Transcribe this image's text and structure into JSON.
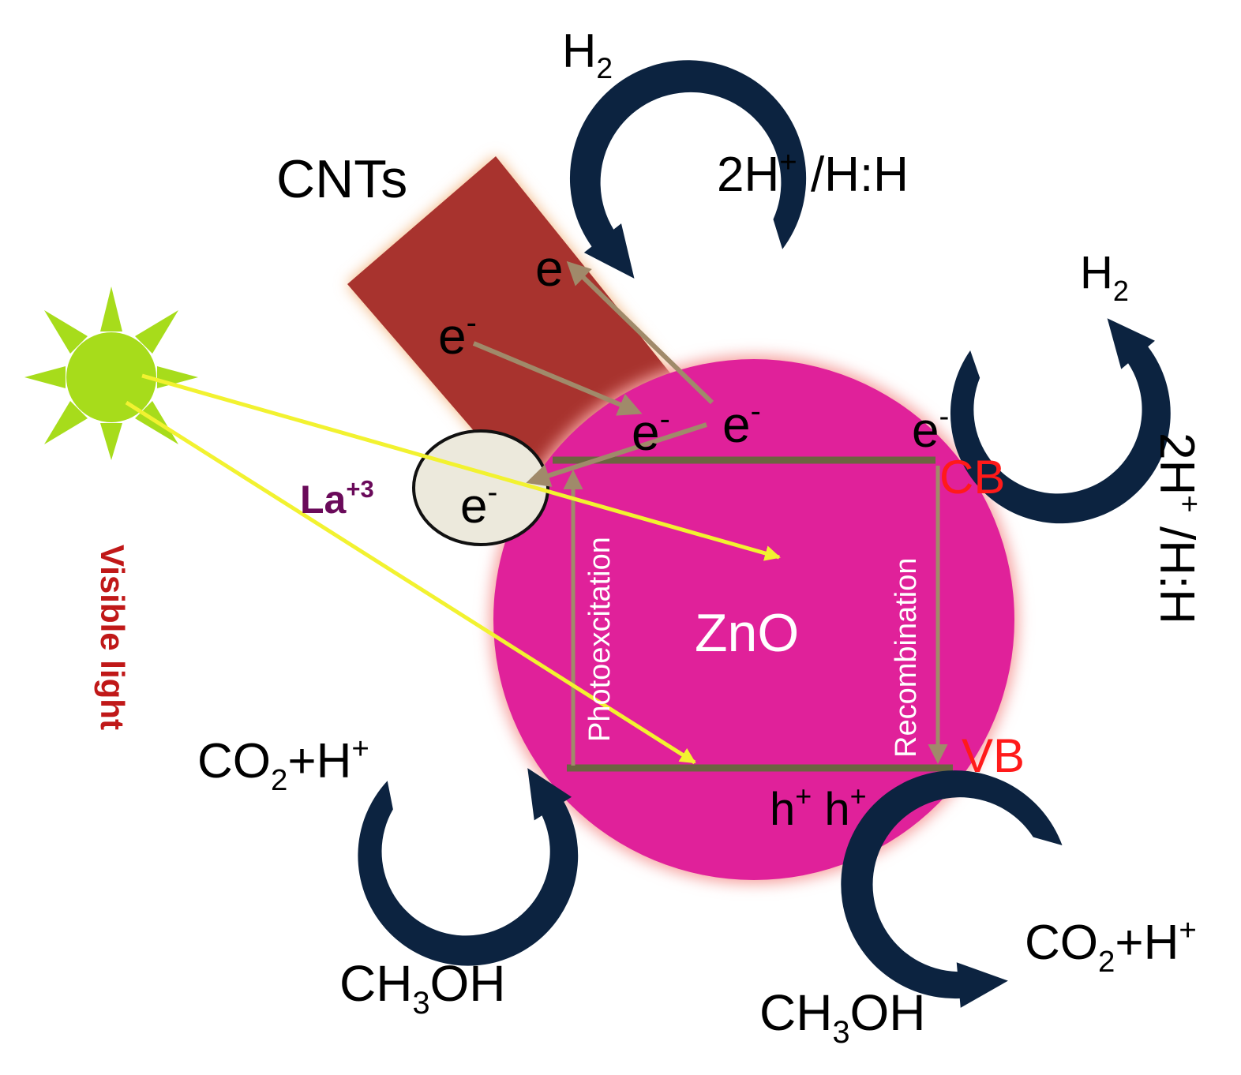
{
  "colors": {
    "background": "#ffffff",
    "zno_particle": "#e0219a",
    "zno_glow": "#f6a3a0",
    "cnt_block": "#a8332e",
    "cnt_glow": "#f3b37a",
    "la_ellipse": "#ece9dc",
    "band_lines": "#6b6440",
    "electron_arrows": "#a08a6a",
    "light_rays": "#f2f230",
    "sun": "#a7dc1b",
    "curved_arrows": "#0c2340",
    "black_text": "#000000",
    "band_labels": "#ff1a1a",
    "visible_light_text": "#c01818",
    "la_text": "#6a0a5a",
    "white_text": "#ffffff"
  },
  "labels": {
    "cnts": "CNTs",
    "h2_top": {
      "base": "H",
      "sub": "2"
    },
    "h2_right": {
      "base": "H",
      "sub": "2"
    },
    "proton_top": {
      "pre": "2H",
      "sup": "+",
      "post": " /H:H"
    },
    "proton_right": {
      "pre": "2H",
      "sup": "+",
      "post": " /H:H"
    },
    "electron": {
      "base": "e",
      "sup": "-"
    },
    "la": {
      "base": "La",
      "sup": "+3"
    },
    "zno": "ZnO",
    "cb": "CB",
    "vb": "VB",
    "photoexcitation": "Photoexcitation",
    "recombination": "Recombination",
    "holes": {
      "base": "h",
      "sup": "+"
    },
    "visible_light": "Visible light",
    "co2_left": {
      "a": "CO",
      "sub": "2",
      "b": "+H",
      "sup": "+"
    },
    "co2_right": {
      "a": "CO",
      "sub": "2",
      "b": "+H",
      "sup": "+"
    },
    "methanol_left": {
      "a": "CH",
      "sub": "3",
      "b": "OH"
    },
    "methanol_right": {
      "a": "CH",
      "sub": "3",
      "b": "OH"
    }
  },
  "icons": {
    "sun": "sun-icon",
    "curved_arrow": "curved-arrow-icon"
  }
}
